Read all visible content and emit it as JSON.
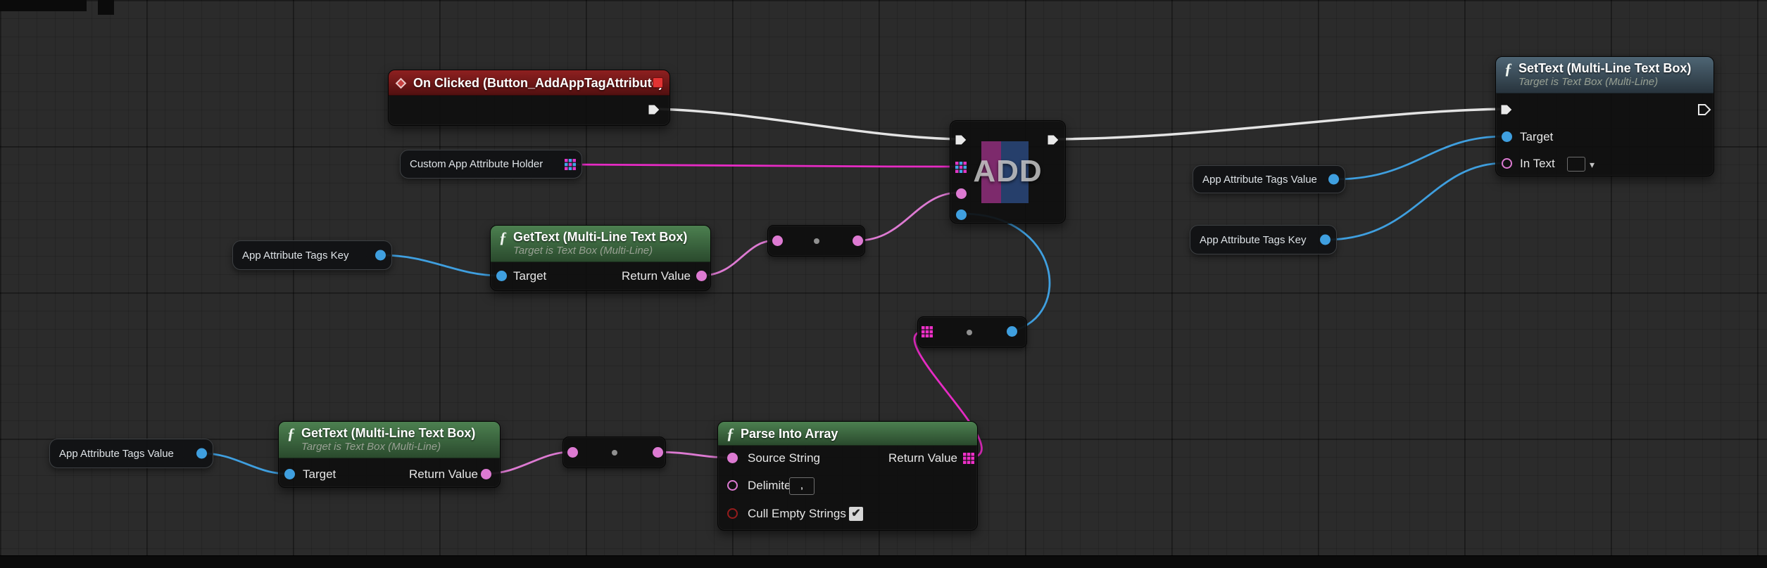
{
  "icons": {
    "function": "ƒ",
    "dropdown": "▾",
    "check": "✔"
  },
  "colors": {
    "exec_wire": "#e4e4e4",
    "object_wire": "#3f9fdf",
    "text_wire": "#dd7ad2",
    "string_wire": "#e62bc4",
    "bool_pin": "#951c1c",
    "event_header": "#8e2020",
    "function_header": "#4c8050",
    "target_function_header": "#4e6574"
  },
  "nodes": {
    "on_clicked": {
      "title": "On Clicked (Button_AddAppTagAttribute)"
    },
    "custom_app_attribute_holder": {
      "label": "Custom App Attribute Holder"
    },
    "app_attribute_tags_key_left": {
      "label": "App Attribute Tags Key"
    },
    "app_attribute_tags_value_left": {
      "label": "App Attribute Tags Value"
    },
    "app_attribute_tags_value_right": {
      "label": "App Attribute Tags Value"
    },
    "app_attribute_tags_key_right": {
      "label": "App Attribute Tags Key"
    },
    "gettext_key": {
      "title": "GetText (Multi-Line Text Box)",
      "subtitle": "Target is Text Box (Multi-Line)",
      "target_label": "Target",
      "return_label": "Return Value"
    },
    "gettext_value": {
      "title": "GetText (Multi-Line Text Box)",
      "subtitle": "Target is Text Box (Multi-Line)",
      "target_label": "Target",
      "return_label": "Return Value"
    },
    "add_map": {
      "watermark": "ADD"
    },
    "settext": {
      "title": "SetText (Multi-Line Text Box)",
      "subtitle": "Target is Text Box (Multi-Line)",
      "target_label": "Target",
      "in_text_label": "In Text"
    },
    "parse_into_array": {
      "title": "Parse Into Array",
      "source_string_label": "Source String",
      "return_label": "Return Value",
      "delimiter_label": "Delimiter",
      "delimiter_value": ",",
      "cull_label": "Cull Empty Strings"
    }
  }
}
